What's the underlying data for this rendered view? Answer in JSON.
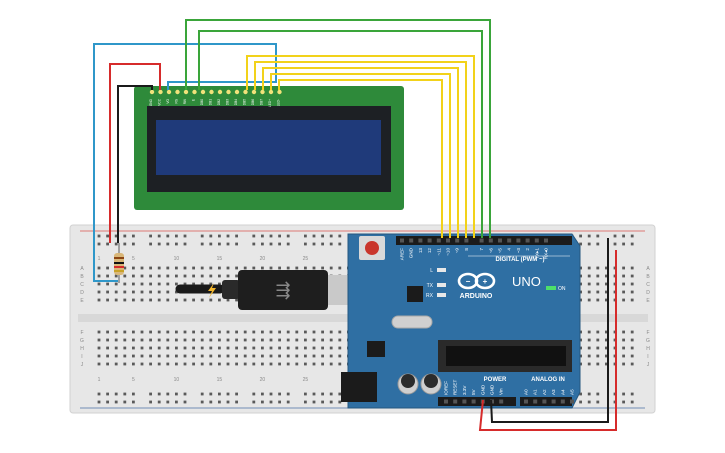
{
  "lcd": {
    "pins": [
      "GND",
      "VCC",
      "VO",
      "RS",
      "RW",
      "E",
      "DB0",
      "DB1",
      "DB2",
      "DB3",
      "DB4",
      "DB5",
      "DB6",
      "DB7",
      "LED+",
      "LED-"
    ],
    "colors": {
      "board": "#2e8a3a",
      "bezel": "#1d2024",
      "screen": "#1f3a7a",
      "pin": "#f1e27a"
    }
  },
  "breadboard": {
    "col_labels": [
      "1",
      "5",
      "10",
      "15",
      "20",
      "25"
    ],
    "row_labels_top": [
      "A",
      "B",
      "C",
      "D",
      "E"
    ],
    "row_labels_bottom": [
      "F",
      "G",
      "H",
      "I",
      "J"
    ],
    "colors": {
      "body": "#e7e7e7",
      "hole": "#5a5a5a",
      "rail_red": "#d9534f",
      "rail_blue": "#4a6fa5"
    }
  },
  "arduino": {
    "logo_text": "ARDUINO",
    "model": "UNO",
    "digital_header": "DIGITAL (PWM ~)",
    "digital_pins": [
      "AREF",
      "GND",
      "13",
      "12",
      "~11",
      "~10",
      "~9",
      "8",
      "7",
      "~6",
      "~5",
      "4",
      "~3",
      "2",
      "TX▸1",
      "RX◂0"
    ],
    "power_header": "POWER",
    "power_pins": [
      "IOREF",
      "RESET",
      "3.3V",
      "5V",
      "GND",
      "GND",
      "Vin"
    ],
    "analog_header": "ANALOG IN",
    "analog_pins": [
      "A0",
      "A1",
      "A2",
      "A3",
      "A4",
      "A5"
    ],
    "led_labels": [
      "L",
      "TX",
      "RX"
    ],
    "on_label": "ON",
    "colors": {
      "board": "#2f6fa3",
      "board_edge": "#24577f",
      "chip": "#1b1b1b",
      "header": "#1b1b1b"
    }
  },
  "wires": {
    "colors": {
      "red": "#d62b2b",
      "black": "#1a1a1a",
      "blue": "#2f97c9",
      "green": "#3aa53a",
      "yellow": "#f2d21a"
    }
  }
}
